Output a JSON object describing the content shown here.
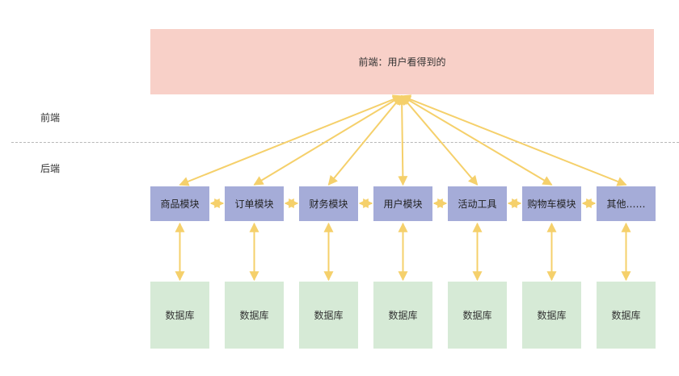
{
  "frontend": {
    "label": "前端：用户看得到的"
  },
  "section_labels": {
    "front": "前端",
    "back": "后端"
  },
  "modules": [
    {
      "label": "商品模块",
      "db_label": "数据库"
    },
    {
      "label": "订单模块",
      "db_label": "数据库"
    },
    {
      "label": "财务模块",
      "db_label": "数据库"
    },
    {
      "label": "用户模块",
      "db_label": "数据库"
    },
    {
      "label": "活动工具",
      "db_label": "数据库"
    },
    {
      "label": "购物车模块",
      "db_label": "数据库"
    },
    {
      "label": "其他……",
      "db_label": "数据库"
    }
  ],
  "colors": {
    "frontend_fill": "#f8d0c8",
    "module_fill": "#a5acd8",
    "db_fill": "#d6ead6",
    "arrow": "#f5d06b",
    "divider": "#b8b8b8"
  }
}
